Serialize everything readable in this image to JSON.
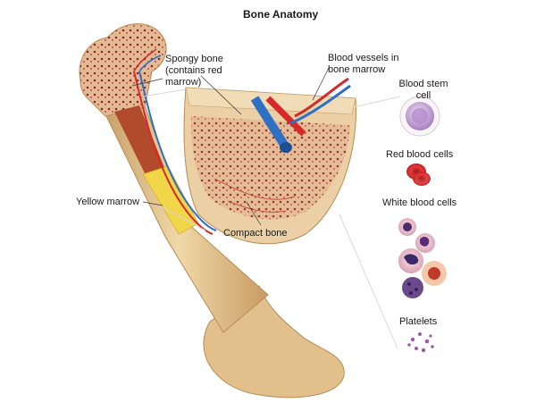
{
  "title": "Bone Anatomy",
  "labels": {
    "spongy_bone": "Spongy bone\n(contains red\nmarrow)",
    "blood_vessels": "Blood vessels in\nbone marrow",
    "blood_stem_cell": "Blood stem\ncell",
    "red_blood_cells": "Red blood cells",
    "white_blood_cells": "White blood cells",
    "platelets": "Platelets",
    "yellow_marrow": "Yellow marrow",
    "compact_bone": "Compact bone"
  },
  "colors": {
    "bone": "#e9cc9a",
    "bone_shadow": "#c9a06a",
    "spongy": "#d9a889",
    "marrow_red": "#8b2a1c",
    "yellow_marrow": "#f2d64a",
    "artery": "#d42a2a",
    "vein": "#2f6fc4",
    "red_cell": "#d92a2a",
    "stem_cell": "#c9a7d8"
  }
}
